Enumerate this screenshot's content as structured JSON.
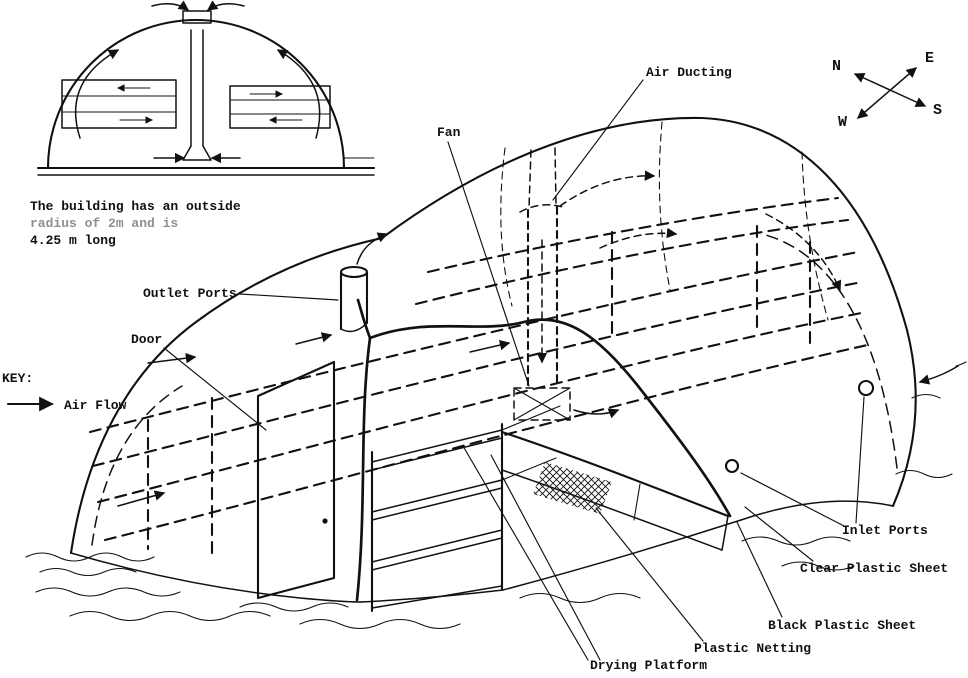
{
  "inset": {
    "caption_line1": "The building has an outside",
    "caption_line2": "radius of 2m and is",
    "caption_line3": "4.25 m long"
  },
  "key": {
    "label": "KEY:",
    "air_flow": "Air Flow"
  },
  "compass": {
    "n": "N",
    "e": "E",
    "s": "S",
    "w": "W"
  },
  "labels": {
    "air_ducting": "Air Ducting",
    "fan": "Fan",
    "outlet_ports": "Outlet Ports",
    "door": "Door",
    "inlet_ports": "Inlet Ports",
    "clear_plastic_sheet": "Clear Plastic Sheet",
    "black_plastic_sheet": "Black Plastic Sheet",
    "plastic_netting": "Plastic Netting",
    "drying_platform": "Drying Platform"
  },
  "colors": {
    "ink": "#111111",
    "paper": "#ffffff"
  }
}
